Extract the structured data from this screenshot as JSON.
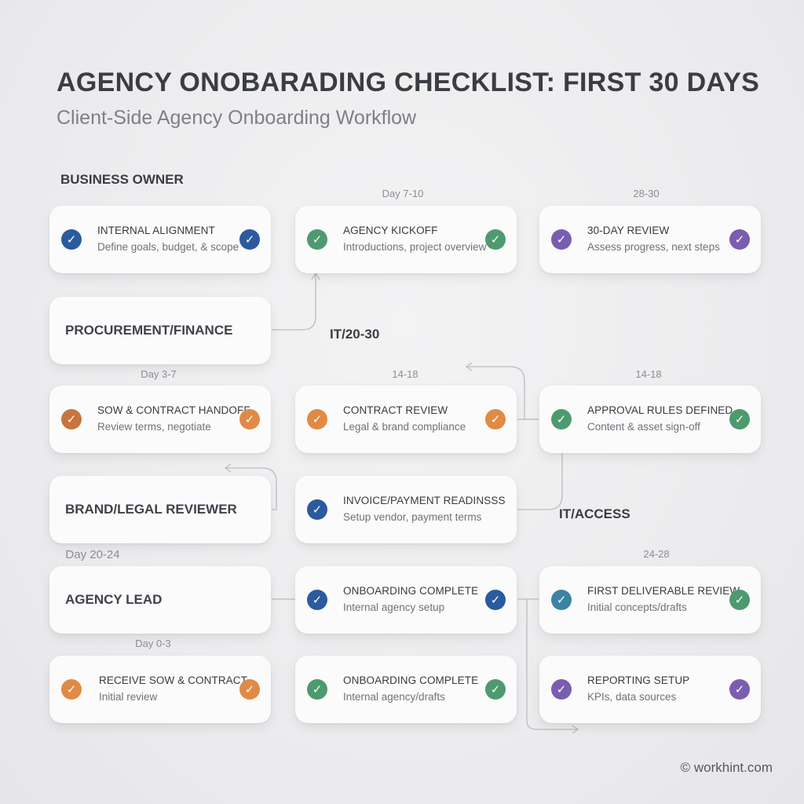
{
  "header": {
    "title": "AGENCY ONOBARADING CHECKLIST: FIRST 30 DAYS",
    "subtitle": "Client-Side Agency Onboarding Workflow"
  },
  "lanes": {
    "business_owner": "BUSINESS OWNER",
    "procurement_finance": "PROCUREMENT/FINANCE",
    "it_20_30": "IT/20-30",
    "brand_legal": "BRAND/LEGAL REVIEWER",
    "it_access": "IT/ACCESS",
    "agency_lead": "AGENCY LEAD"
  },
  "day_labels": {
    "d7_10": "Day 7-10",
    "d28_30": "28-30",
    "d3_7": "Day 3-7",
    "d14_18_a": "14-18",
    "d14_18_b": "14-18",
    "d20_24": "Day 20-24",
    "d24_28": "24-28",
    "d0_3": "Day 0-3"
  },
  "cards": {
    "internal_alignment": {
      "title": "INTERNAL ALIGNMENT",
      "subtitle": "Define goals, budget, & scope"
    },
    "agency_kickoff": {
      "title": "AGENCY KICKOFF",
      "subtitle": "Introductions, project overview"
    },
    "review_30day": {
      "title": "30-DAY REVIEW",
      "subtitle": "Assess progress, next steps"
    },
    "sow_handoff": {
      "title": "SOW & CONTRACT HANDOFF",
      "subtitle": "Review terms, negotiate"
    },
    "contract_review": {
      "title": "CONTRACT REVIEW",
      "subtitle": "Legal & brand compliance"
    },
    "approval_rules": {
      "title": "APPROVAL RULES DEFINED",
      "subtitle": "Content & asset sign-off"
    },
    "invoice_readiness": {
      "title": "INVOICE/PAYMENT READINSSS",
      "subtitle": "Setup vendor, payment terms"
    },
    "onboarding_complete_1": {
      "title": "ONBOARDING COMPLETE",
      "subtitle": "Internal agency setup"
    },
    "first_deliverable": {
      "title": "FIRST DELIVERABLE REVIEW",
      "subtitle": "Initial concepts/drafts"
    },
    "receive_sow": {
      "title": "RECEIVE SOW & CONTRACT",
      "subtitle": "Initial review"
    },
    "onboarding_complete_2": {
      "title": "ONBOARDING COMPLETE",
      "subtitle": "Internal agency/drafts"
    },
    "reporting_setup": {
      "title": "REPORTING SETUP",
      "subtitle": "KPIs, data sources"
    }
  },
  "icons": {
    "check": "✓",
    "check_icon_name": "check-circle-icon"
  },
  "colors": {
    "blue": "#2b5a9e",
    "green": "#4e9a6e",
    "purple": "#7b5db0",
    "orange": "#e08a45",
    "brown": "#c9743d",
    "teal": "#3b84a3"
  },
  "footer": {
    "credit": "© workhint.com"
  }
}
